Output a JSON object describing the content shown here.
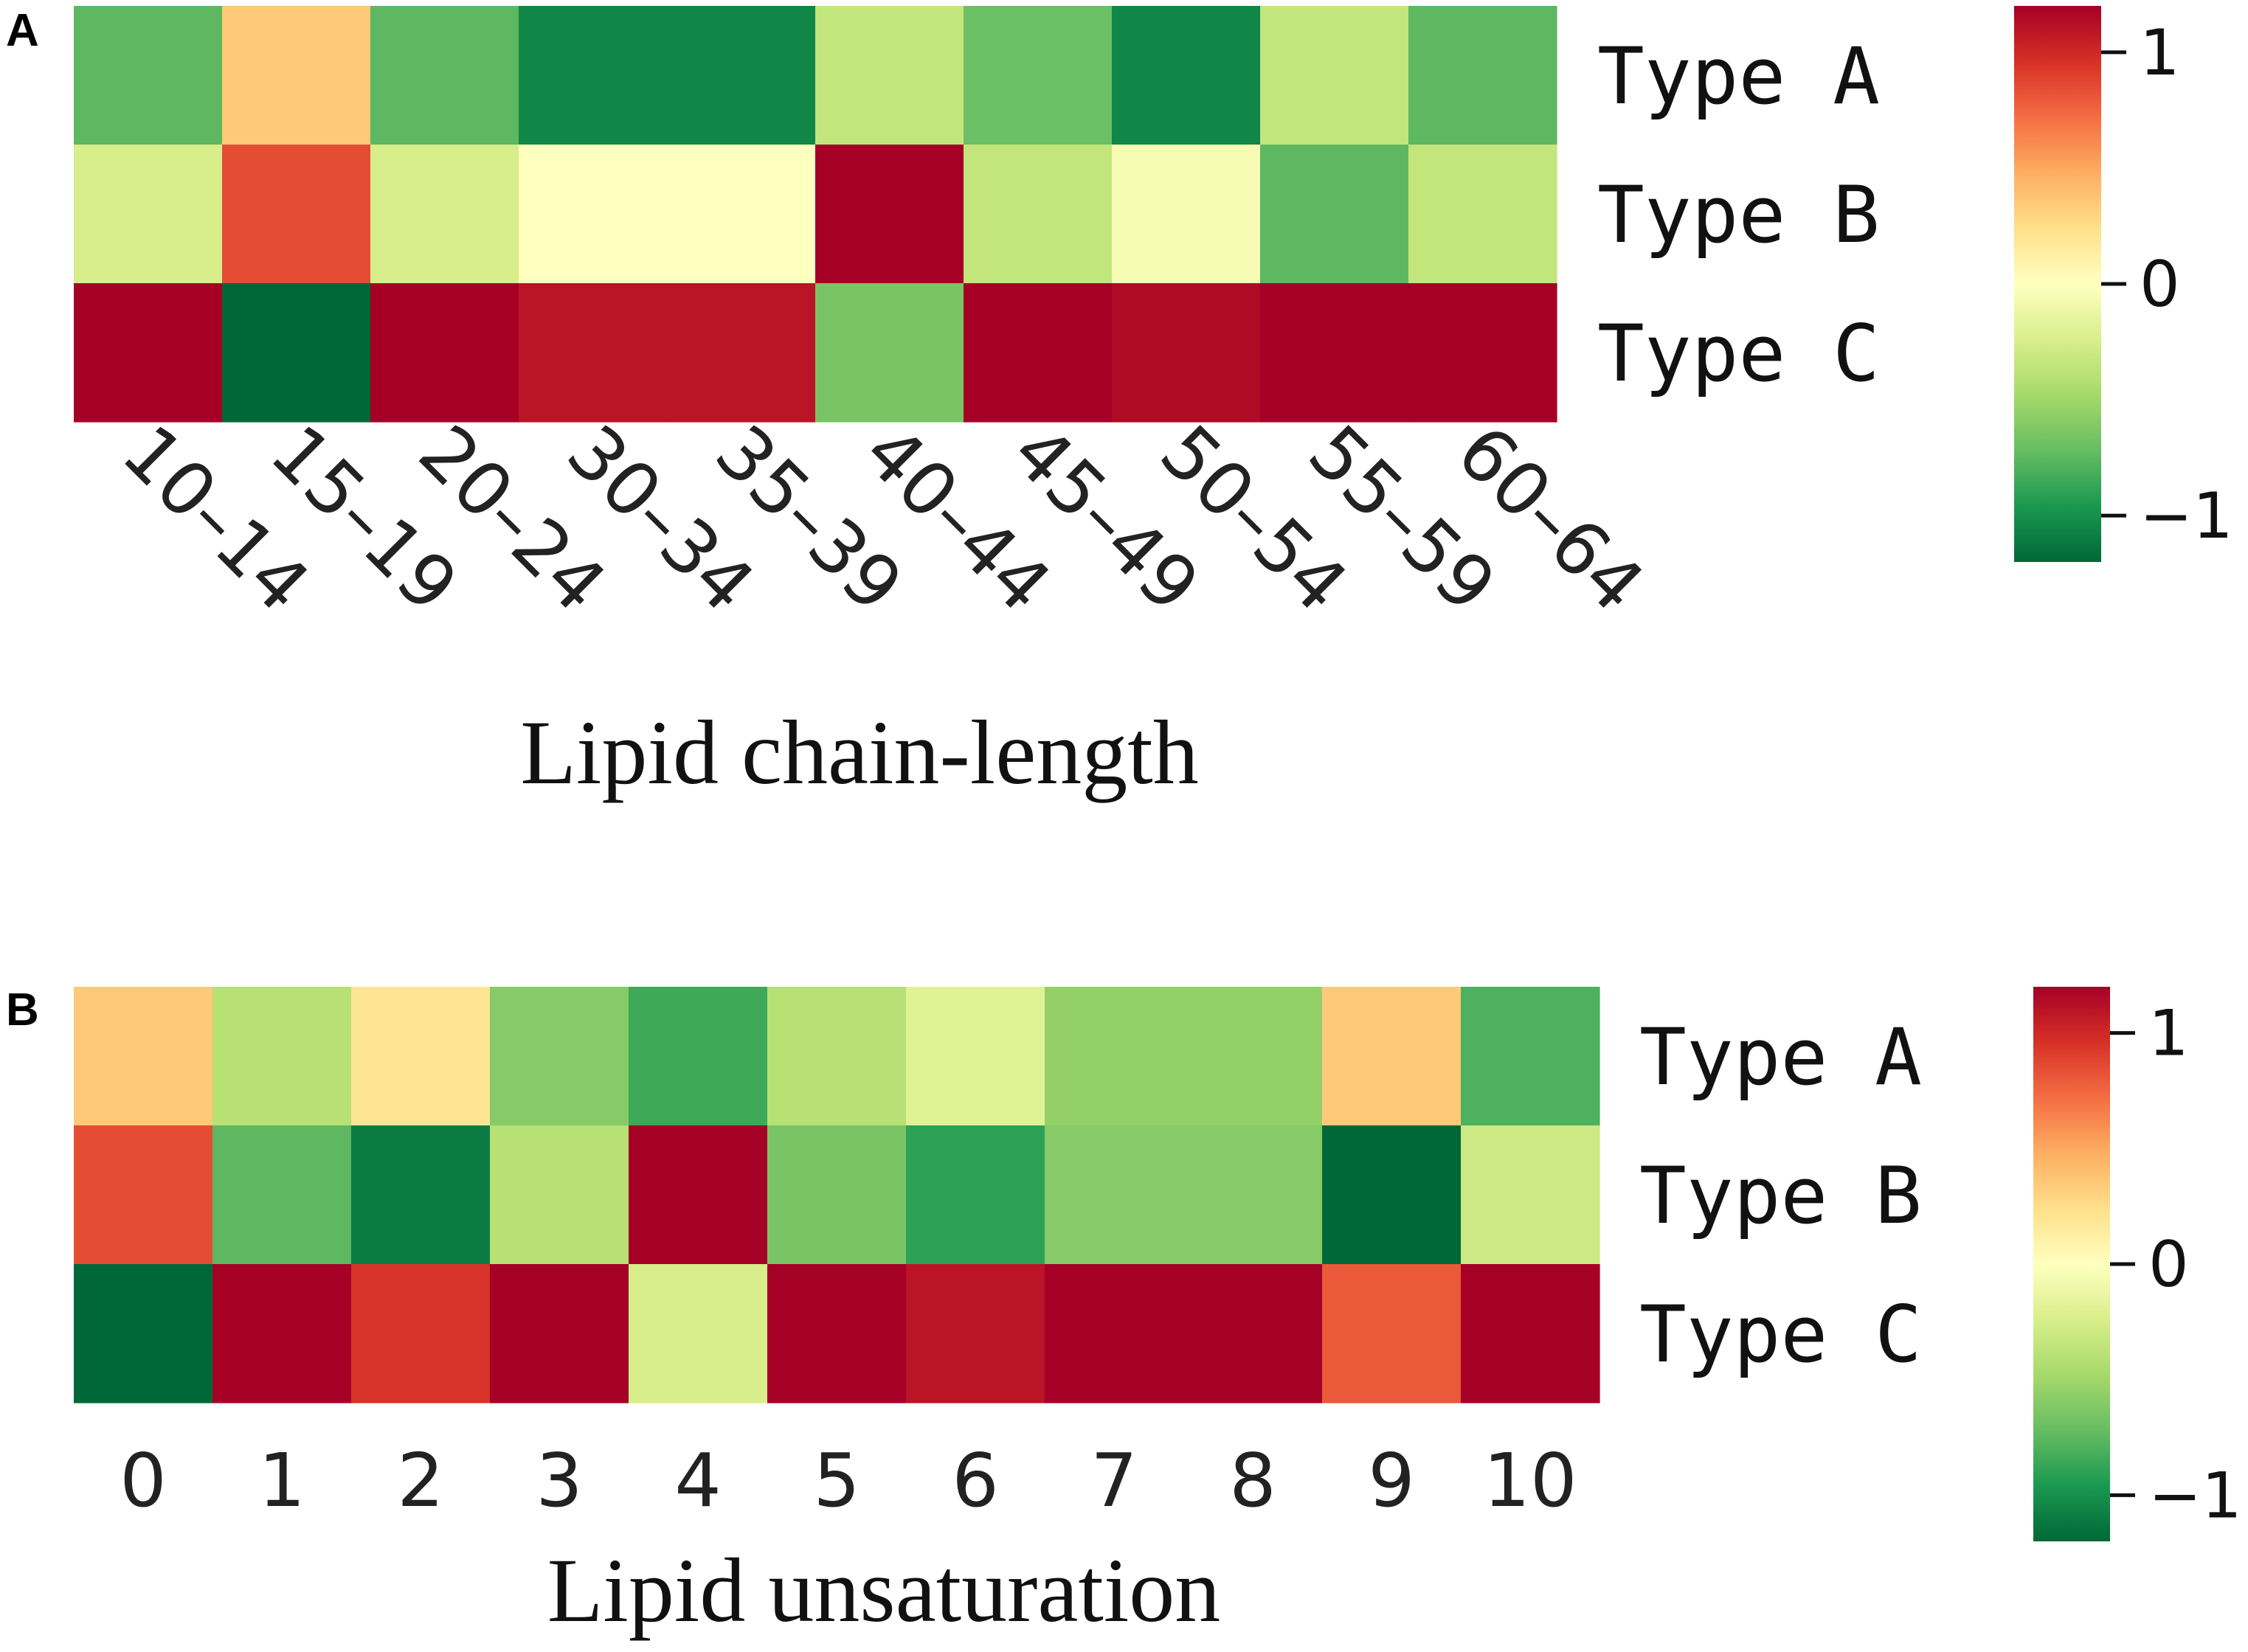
{
  "chart_data": [
    {
      "type": "heatmap",
      "panel": "A",
      "xlabel": "Lipid chain-length",
      "categories": [
        "10–14",
        "15–19",
        "20–24",
        "30–34",
        "35–39",
        "40–44",
        "45–49",
        "50–54",
        "55–59",
        "60–64"
      ],
      "rows": [
        "Type A",
        "Type B",
        "Type C"
      ],
      "values": [
        [
          -0.75,
          0.35,
          -0.75,
          -1.05,
          -1.05,
          -0.35,
          -0.7,
          -1.05,
          -0.35,
          -0.75
        ],
        [
          -0.25,
          0.85,
          -0.25,
          0.0,
          0.0,
          1.2,
          -0.35,
          -0.05,
          -0.75,
          -0.35
        ],
        [
          1.2,
          -1.2,
          1.2,
          1.1,
          1.1,
          -0.65,
          1.2,
          1.15,
          1.2,
          1.2
        ]
      ],
      "colorbar": {
        "range": [
          -1.2,
          1.2
        ],
        "ticks": [
          1,
          0,
          -1
        ],
        "tick_labels": [
          "1",
          "0",
          "−1"
        ]
      }
    },
    {
      "type": "heatmap",
      "panel": "B",
      "xlabel": "Lipid unsaturation",
      "categories": [
        "0",
        "1",
        "2",
        "3",
        "4",
        "5",
        "6",
        "7",
        "8",
        "9",
        "10"
      ],
      "rows": [
        "Type A",
        "Type B",
        "Type C"
      ],
      "values": [
        [
          0.35,
          -0.4,
          0.2,
          -0.6,
          -0.85,
          -0.4,
          -0.2,
          -0.55,
          -0.55,
          0.35,
          -0.8
        ],
        [
          0.85,
          -0.75,
          -1.1,
          -0.4,
          1.2,
          -0.65,
          -0.9,
          -0.6,
          -0.6,
          -1.2,
          -0.3
        ],
        [
          -1.2,
          1.2,
          0.95,
          1.2,
          -0.25,
          1.2,
          1.1,
          1.2,
          1.2,
          0.8,
          1.2
        ]
      ],
      "colorbar": {
        "range": [
          -1.2,
          1.2
        ],
        "ticks": [
          1,
          0,
          -1
        ],
        "tick_labels": [
          "1",
          "0",
          "−1"
        ]
      }
    }
  ],
  "colors": {
    "scale": [
      "#006837",
      "#1a9850",
      "#66bd63",
      "#a6d96a",
      "#d9ef8b",
      "#ffffbf",
      "#fee08b",
      "#fdae61",
      "#f46d43",
      "#d73027",
      "#a50026"
    ],
    "tick_line": "#111111"
  }
}
